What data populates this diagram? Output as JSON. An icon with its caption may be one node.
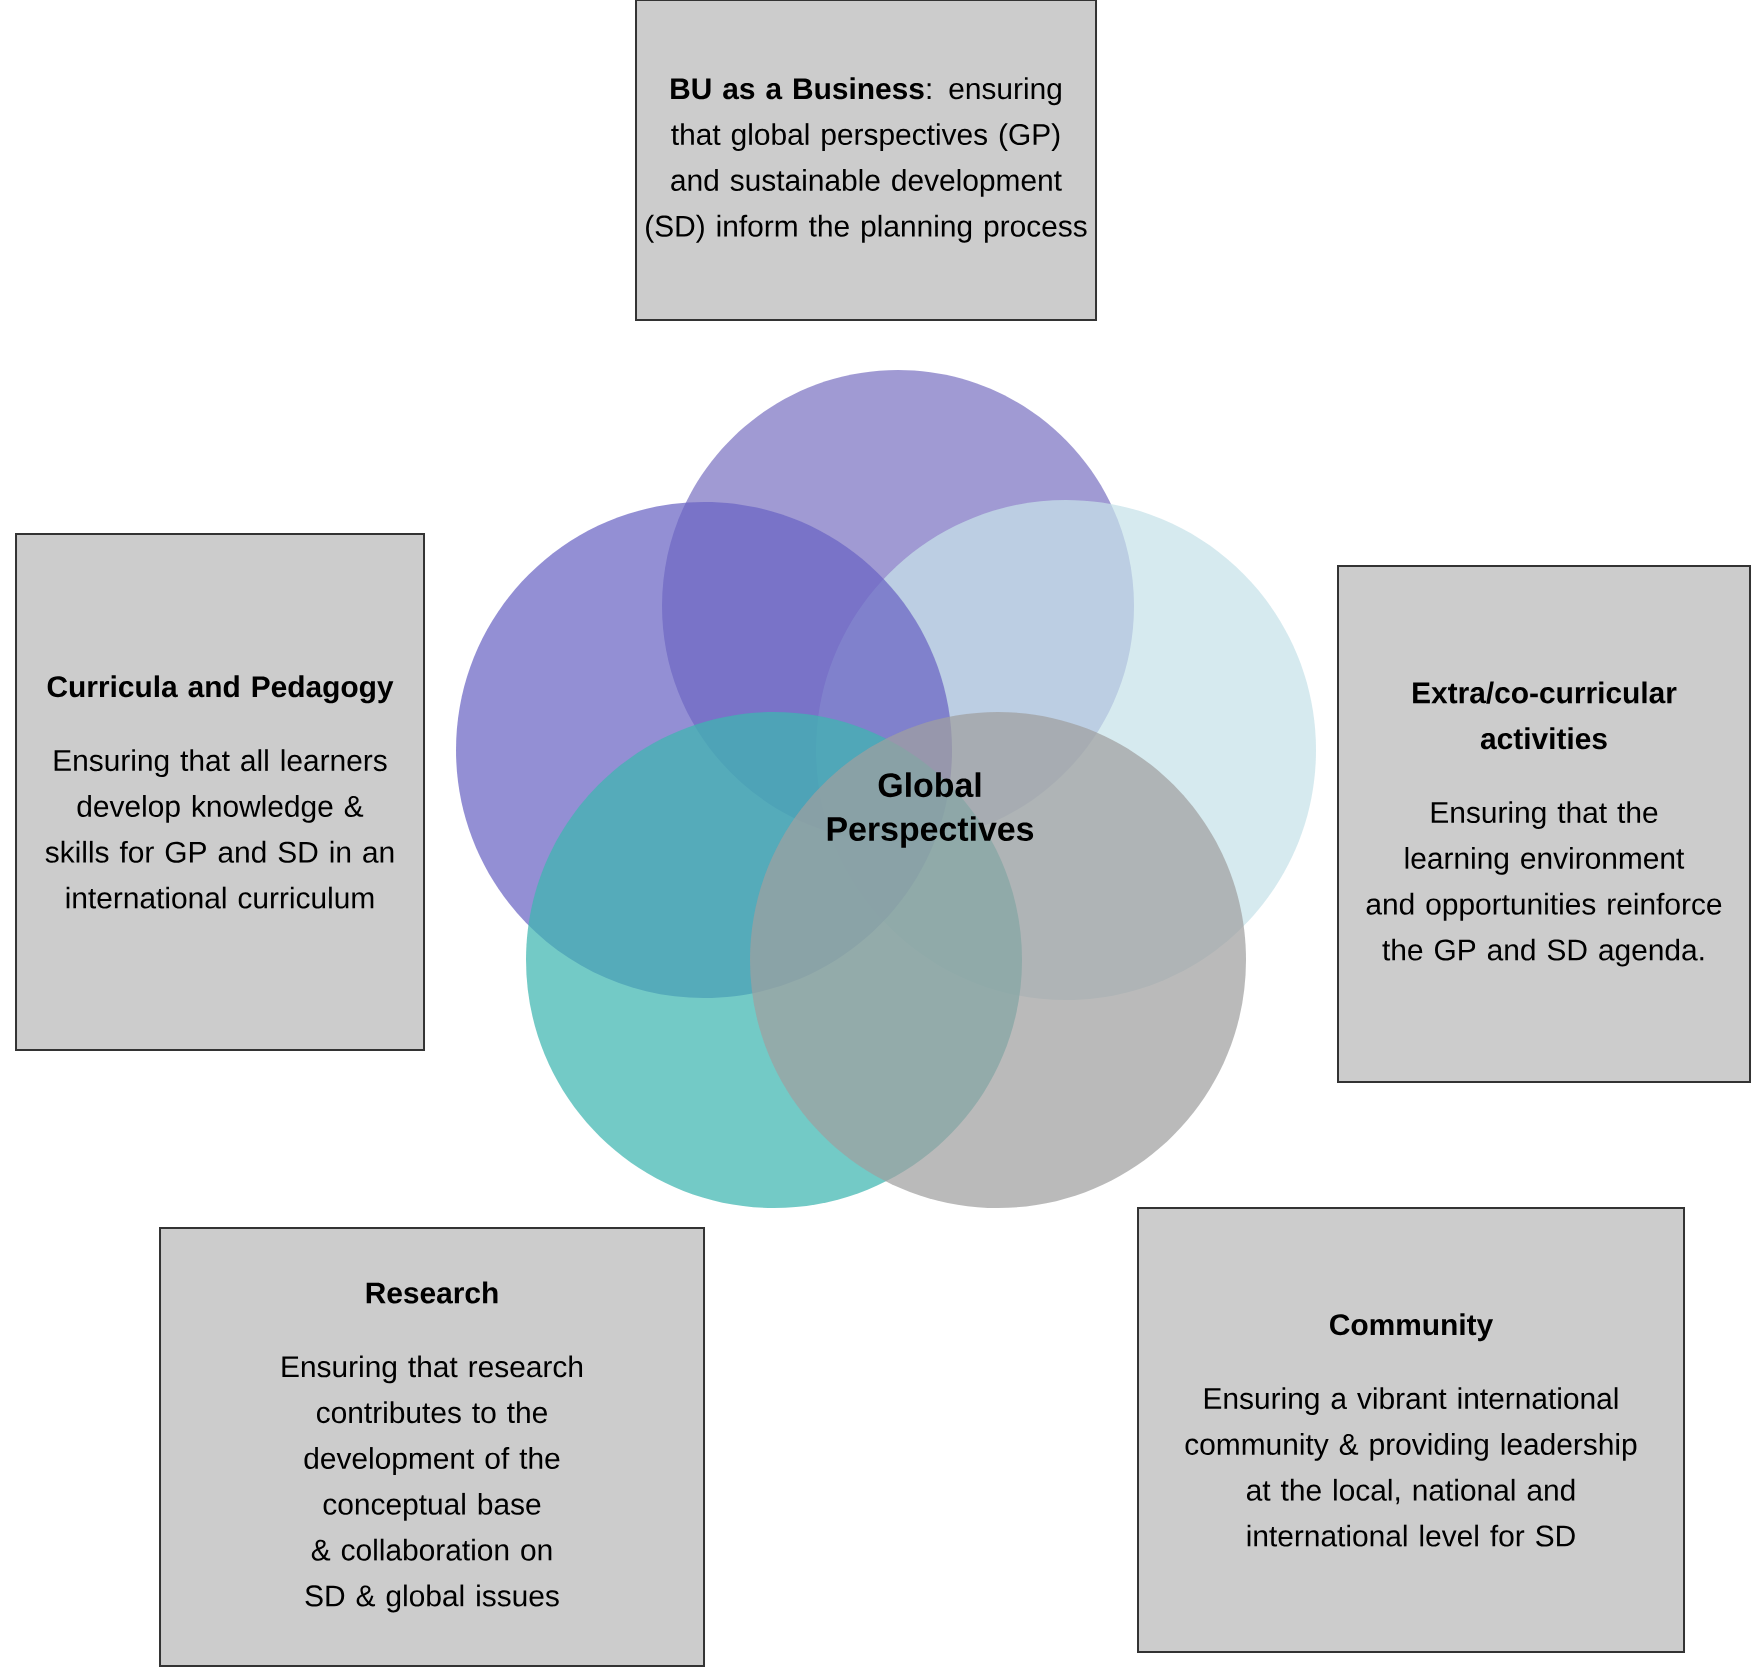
{
  "diagram": {
    "nodes": [
      {
        "text": [
          "**BU as a Business**: ensuring that global perspectives (GP) and sustainable development (SD) inform the planning process"
        ]
      },
      {
        "text": [
          "Curricula and Pedagogy",
          "Ensuring that all learners develop knowledge & skills for GP and SD in an international curriculum"
        ]
      },
      {
        "text": [
          "Extra/co-curricular activities",
          "Ensuring that the learning environment and opportunities reinforce the GP and SD agenda."
        ]
      },
      {
        "text": [
          "Research",
          "Ensuring that research contributes to the development of the conceptual base & collaboration on SD & global issues"
        ]
      },
      {
        "text": [
          "Community",
          "Ensuring a vibrant international community & providing leadership at the local, national and international level for SD"
        ]
      }
    ],
    "labels": [
      "Global Perspectives"
    ]
  }
}
